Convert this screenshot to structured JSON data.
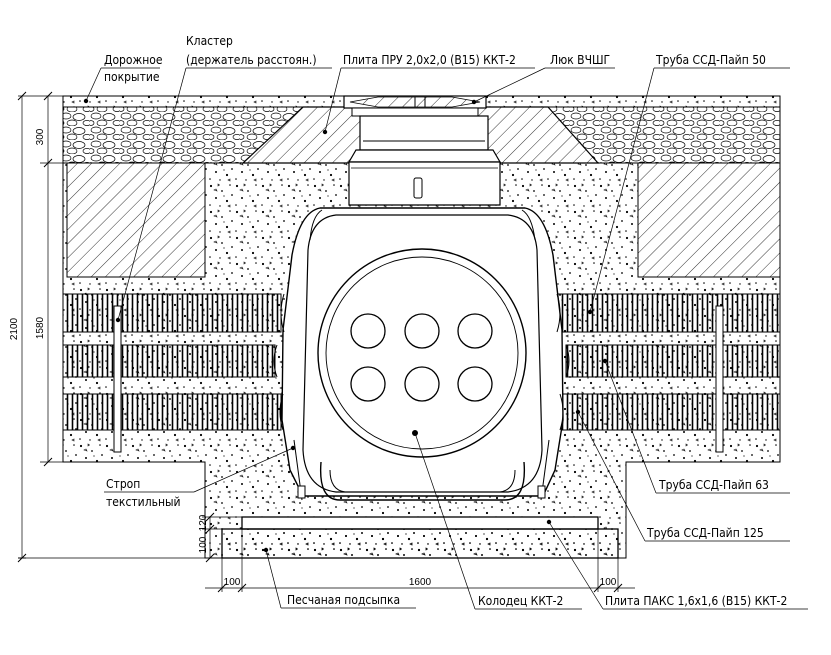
{
  "labels": {
    "road_surface": [
      "Дорожное",
      "покрытие"
    ],
    "cluster": [
      "Кластер",
      "(держатель расстоян.)"
    ],
    "slab_pru": "Плита ПРУ 2,0х2,0 (B15) ККТ-2",
    "hatch": "Люк ВЧШГ",
    "pipe_50": "Труба ССД-Пайп 50",
    "sling": [
      "Строп",
      "текстильный"
    ],
    "pipe_63": "Труба ССД-Пайп 63",
    "pipe_125": "Труба ССД-Пайп 125",
    "sand_bedding": "Песчаная подсыпка",
    "well": "Колодец ККТ-2",
    "slab_paks": "Плита ПАКС 1,6х1,6 (B15) ККТ-2"
  },
  "dimensions": {
    "d300": "300",
    "d2100": "2100",
    "d1580": "1580",
    "d120": "120",
    "d100_v": "100",
    "d100_left": "100",
    "d1600": "1600",
    "d100_right": "100"
  },
  "colors": {
    "line": "#000000",
    "background": "#ffffff"
  }
}
